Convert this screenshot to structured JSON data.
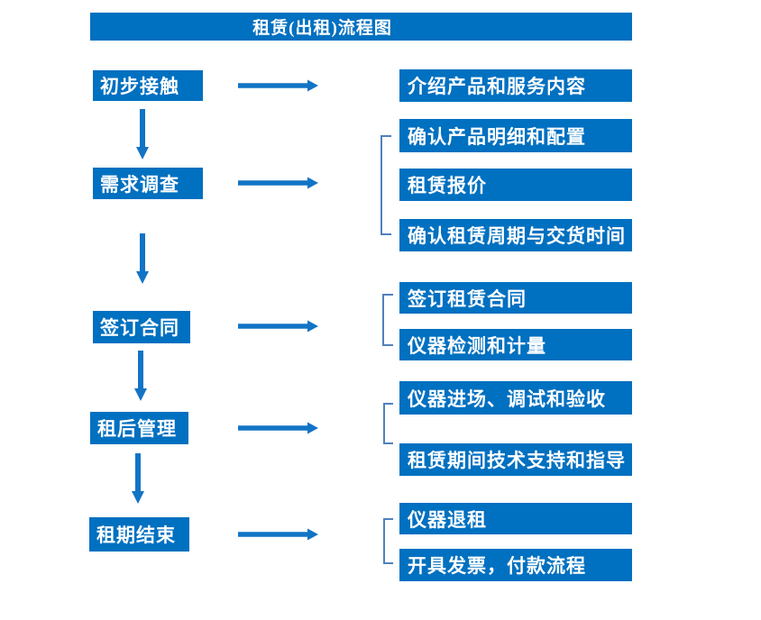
{
  "title": {
    "text": "租赁(出租)流程图"
  },
  "colors": {
    "box_blue": "#0070C0",
    "arrow_blue": "#1274C5",
    "bracket_blue": "#4F81BD",
    "text_white": "#ffffff",
    "background": "#ffffff"
  },
  "flow": {
    "steps": [
      {
        "label": "初步接触",
        "outputs": [
          "介绍产品和服务内容"
        ]
      },
      {
        "label": "需求调查",
        "outputs": [
          "确认产品明细和配置",
          "租赁报价",
          "确认租赁周期与交货时间"
        ]
      },
      {
        "label": "签订合同",
        "outputs": [
          "签订租赁合同",
          "仪器检测和计量"
        ]
      },
      {
        "label": "租后管理",
        "outputs": [
          "仪器进场、调试和验收",
          "租赁期间技术支持和指导"
        ]
      },
      {
        "label": "租期结束",
        "outputs": [
          "仪器退租",
          "开具发票，付款流程"
        ]
      }
    ]
  }
}
